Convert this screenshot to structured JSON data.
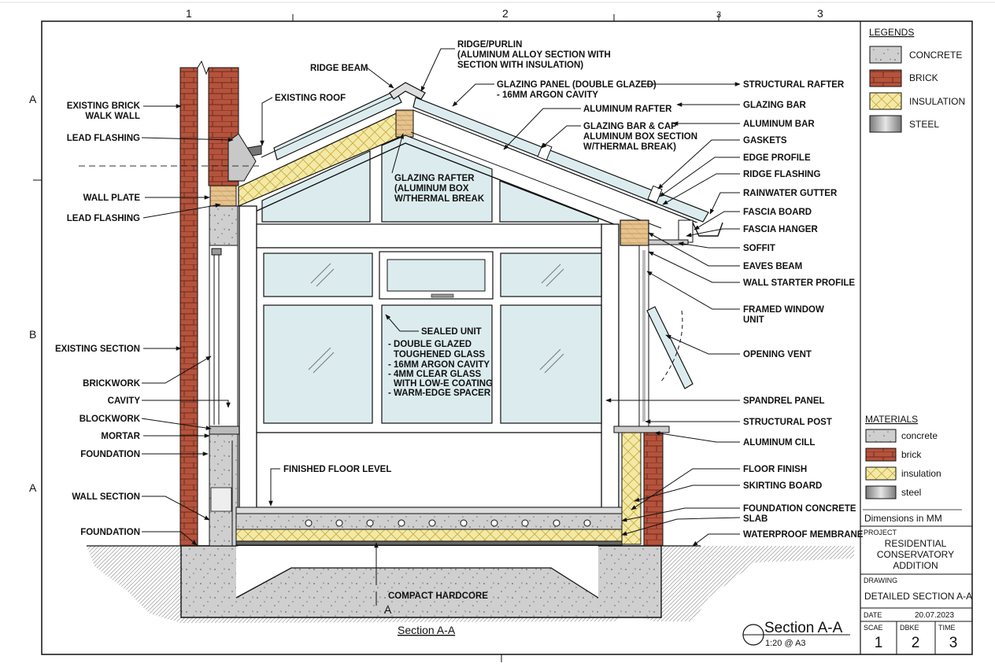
{
  "grid": {
    "top": [
      "1",
      "2",
      "3",
      "3"
    ],
    "side": [
      "A",
      "B",
      "A"
    ]
  },
  "labels_left": [
    "EXISTING BRICK",
    "WALK WALL",
    "LEAD FLASHING",
    "WALL PLATE",
    "LEAD FLASHING",
    "EXISTING SECTION",
    "BRICKWORK",
    "CAVITY",
    "BLOCKWORK",
    "MORTAR",
    "FOUNDATION",
    "WALL SECTION",
    "FOUNDATION"
  ],
  "labels_top": {
    "ridge_beam": "RIDGE BEAM",
    "existing_roof": "EXISTING ROOF",
    "ridge_purlin": [
      "RIDGE/PURLIN",
      "(ALUMINUM ALLOY SECTION WITH",
      "SECTION WITH INSULATION)"
    ],
    "glazing_panel": [
      "GLAZING PANEL (DOUBLE GLAZED)",
      "- 16MM ARGON CAVITY"
    ],
    "aluminum_rafter": "ALUMINUM RAFTER",
    "glazing_bar_cap": [
      "GLAZING BAR & CAP",
      "ALUMINUM BOX SECTION",
      "W/THERMAL BREAK)"
    ],
    "glazing_rafter": [
      "GLAZING RAFTER",
      "(ALUMINUM BOX",
      "W/THERMAL BREAK"
    ]
  },
  "labels_right": [
    "STRUCTURAL RAFTER",
    "GLAZING BAR",
    "ALUMINUM BAR",
    "GASKETS",
    "EDGE PROFILE",
    "RIDGE FLASHING",
    "RAINWATER GUTTER",
    "FASCIA BOARD",
    "FASCIA HANGER",
    "SOFFIT",
    "EAVES BEAM",
    "WALL STARTER PROFILE",
    "FRAMED WINDOW",
    "UNIT",
    "OPENING VENT",
    "SPANDREL PANEL",
    "STRUCTURAL POST",
    "ALUMINUM CILL",
    "FLOOR FINISH",
    "SKIRTING BOARD",
    "FOUNDATION CONCRETE",
    "SLAB",
    "WATERPROOF MEMBRANE"
  ],
  "labels_center": {
    "sealed_unit": "SEALED UNIT",
    "sealed_unit_notes": [
      "- DOUBLE GLAZED",
      "TOUGHENED GLASS",
      "- 16MM ARGON CAVITY",
      "- 4MM CLEAR GLASS",
      "WITH LOW-E COATING",
      "- WARM-EDGE SPACER"
    ],
    "finished_floor_level": "FINISHED FLOOR LEVEL",
    "compact_hardcore": "COMPACT HARDCORE",
    "section_marker": "A",
    "section_caption": "Section A-A"
  },
  "legends": {
    "title": "LEGENDS",
    "items": [
      "CONCRETE",
      "BRICK",
      "INSULATION",
      "STEEL"
    ]
  },
  "materials": {
    "title": "MATERIALS",
    "items": [
      "concrete",
      "brick",
      "insulation",
      "steel"
    ]
  },
  "title_block": {
    "dimensions_note": "Dimensions in MM",
    "project_label": "PROJECT",
    "project_name": [
      "RESIDENTIAL",
      "CONSERVATORY",
      "ADDITION"
    ],
    "drawing_label": "DRAWING",
    "drawing_name": "DETAILED SECTION A-A",
    "date_label": "DATE",
    "date_value": "20.07.2023",
    "scale_label": "SCAE",
    "scale_value": "1",
    "dbke_label": "DBKE",
    "dbke_value": "2",
    "time_label": "TIME",
    "time_value": "3"
  },
  "section_title": {
    "title": "Section A-A",
    "scale": "1:20 @ A3"
  },
  "colors": {
    "brick": "#b5533c",
    "concrete": "#c9c9c9",
    "insulation": "#f3e9a6",
    "steel": "#8f8f8f",
    "glass": "#dcecee",
    "timber": "#e6c38f"
  }
}
